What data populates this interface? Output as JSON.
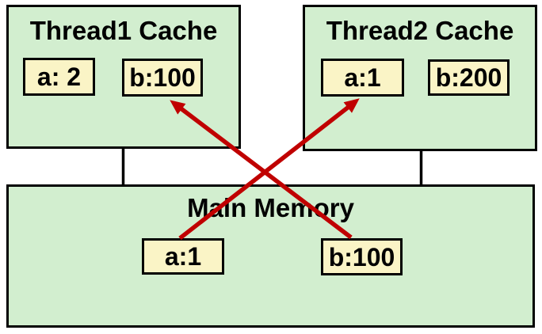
{
  "diagram": {
    "colors": {
      "box_fill": "#d2eecf",
      "value_fill": "#faf4c6",
      "border": "#000000",
      "arrow": "#c00000",
      "background": "#ffffff"
    },
    "thread1_cache": {
      "title": "Thread1 Cache",
      "values": [
        {
          "label": "a: 2"
        },
        {
          "label": "b:100"
        }
      ]
    },
    "thread2_cache": {
      "title": "Thread2 Cache",
      "values": [
        {
          "label": "a:1"
        },
        {
          "label": "b:200"
        }
      ]
    },
    "main_memory": {
      "title": "Main Memory",
      "values": [
        {
          "label": "a:1"
        },
        {
          "label": "b:100"
        }
      ]
    },
    "arrows": [
      {
        "from": "main-memory-value-b100",
        "to": "thread1-cache-value-b100"
      },
      {
        "from": "main-memory-value-a1",
        "to": "thread2-cache-value-a1"
      }
    ]
  }
}
